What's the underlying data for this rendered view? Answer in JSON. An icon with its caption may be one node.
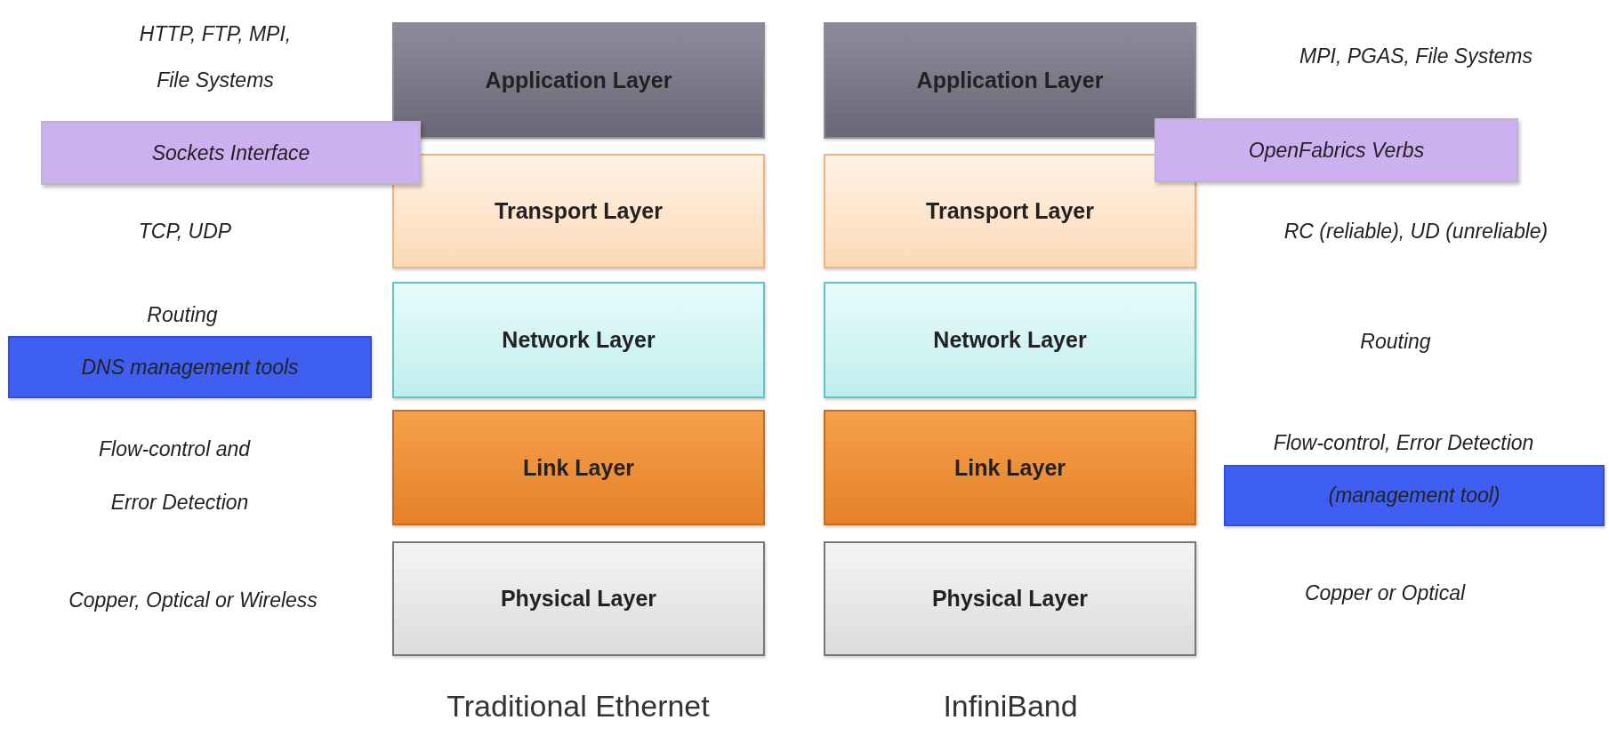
{
  "diagram": {
    "nodes": [
      {
        "text": [
          "Application Layer"
        ]
      },
      {
        "text": [
          "Transport Layer"
        ]
      },
      {
        "text": [
          "Network Layer"
        ]
      },
      {
        "text": [
          "Link Layer"
        ]
      },
      {
        "text": [
          "Physical Layer"
        ]
      },
      {
        "text": [
          "Application Layer"
        ]
      },
      {
        "text": [
          "Transport Layer"
        ]
      },
      {
        "text": [
          "Network Layer"
        ]
      },
      {
        "text": [
          "Link Layer"
        ]
      },
      {
        "text": [
          "Physical Layer"
        ]
      },
      {
        "text": [
          "Sockets Interface"
        ]
      },
      {
        "text": [
          "OpenFabrics Verbs"
        ]
      },
      {
        "text": [
          "DNS management tools"
        ]
      },
      {
        "text": [
          "(management tool)"
        ]
      }
    ],
    "labels": [
      "HTTP, FTP,  MPI,",
      "MPI, PGAS, File Systems",
      "File Systems",
      "TCP, UDP",
      "RC (reliable),  UD (unreliable)",
      "Routing",
      "Routing",
      "Flow-control, Error Detection",
      "Flow-control and",
      "Error Detection",
      "Copper or Optical",
      "Copper,  Optical or Wireless",
      "Traditional Ethernet",
      "InfiniBand"
    ]
  }
}
